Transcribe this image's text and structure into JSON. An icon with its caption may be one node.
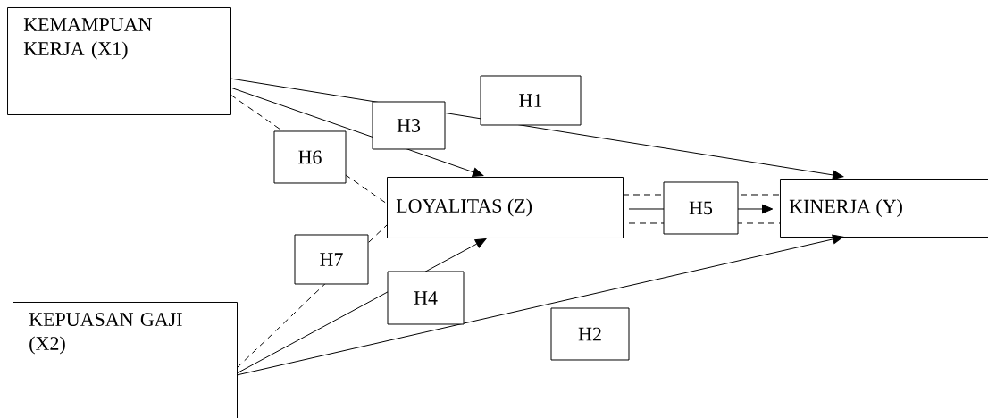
{
  "diagram": {
    "nodes": [
      {
        "text": [
          "KEMAMPUAN KERJA (X1)"
        ]
      },
      {
        "text": [
          "LOYALITAS (Z)"
        ]
      },
      {
        "text": [
          "KINERJA (Y)"
        ]
      },
      {
        "text": [
          "KEPUASAN GAJI (X2)"
        ]
      }
    ],
    "edges": [
      {
        "from": 0,
        "to": 2,
        "arrow": "to",
        "label": "H1"
      },
      {
        "from": 0,
        "to": 1,
        "arrow": "to",
        "label": "H3"
      },
      {
        "from": 0,
        "to": 1,
        "arrow": "none",
        "label": "H6",
        "style": "dashed"
      },
      {
        "from": 1,
        "to": 2,
        "arrow": "to",
        "label": "H5"
      },
      {
        "from": 1,
        "to": 2,
        "arrow": "none",
        "style": "dashed"
      },
      {
        "from": 1,
        "to": 2,
        "arrow": "none",
        "style": "dashed"
      },
      {
        "from": 3,
        "to": 1,
        "arrow": "none",
        "label": "H7",
        "style": "dashed"
      },
      {
        "from": 3,
        "to": 1,
        "arrow": "to",
        "label": "H4"
      },
      {
        "from": 3,
        "to": 2,
        "arrow": "to",
        "label": "H2"
      }
    ]
  }
}
